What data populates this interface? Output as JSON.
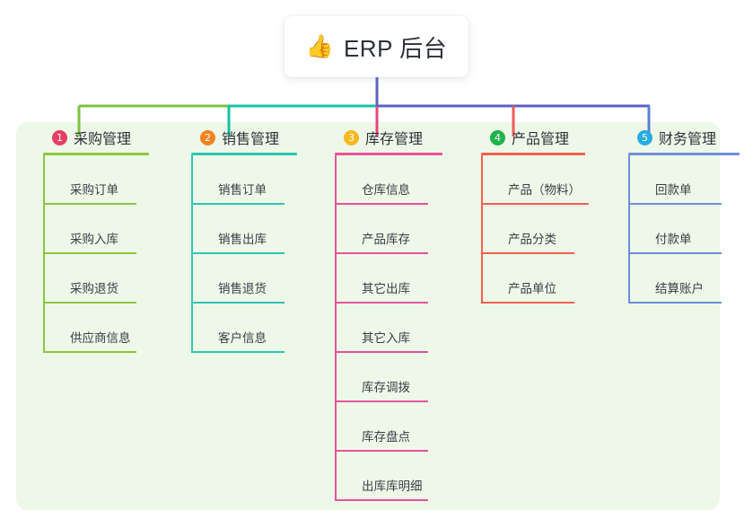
{
  "root": {
    "icon": "thumbs-up-icon",
    "icon_glyph": "👍",
    "title": "ERP 后台"
  },
  "panel": {
    "background": "#eef8e9"
  },
  "connector_colors": {
    "stem": "#5b62c4",
    "segment_1": "#7cc242",
    "segment_2": "#16c2a3",
    "segment_3": "#5b62c4",
    "drop_1": "#7cc242",
    "drop_2": "#16c2a3",
    "drop_3": "#e8467c",
    "drop_4": "#f25a5a",
    "drop_5": "#5b7fd4"
  },
  "columns": [
    {
      "index": "1",
      "title": "采购管理",
      "badge_color": "#e63f64",
      "line_color": "#8dc63f",
      "items": [
        {
          "label": "采购订单"
        },
        {
          "label": "采购入库"
        },
        {
          "label": "采购退货"
        },
        {
          "label": "供应商信息"
        }
      ]
    },
    {
      "index": "2",
      "title": "销售管理",
      "badge_color": "#f58220",
      "line_color": "#2fc4b2",
      "items": [
        {
          "label": "销售订单"
        },
        {
          "label": "销售出库"
        },
        {
          "label": "销售退货"
        },
        {
          "label": "客户信息"
        }
      ]
    },
    {
      "index": "3",
      "title": "库存管理",
      "badge_color": "#f5b820",
      "line_color": "#e8539b",
      "items": [
        {
          "label": "仓库信息"
        },
        {
          "label": "产品库存"
        },
        {
          "label": "其它出库"
        },
        {
          "label": "其它入库"
        },
        {
          "label": "库存调拨"
        },
        {
          "label": "库存盘点"
        },
        {
          "label": "出库库明细"
        }
      ]
    },
    {
      "index": "4",
      "title": "产品管理",
      "badge_color": "#22b24c",
      "line_color": "#f4604f",
      "items": [
        {
          "label": "产品（物料）"
        },
        {
          "label": "产品分类"
        },
        {
          "label": "产品单位"
        }
      ]
    },
    {
      "index": "5",
      "title": "财务管理",
      "badge_color": "#29abe2",
      "line_color": "#6f8fd8",
      "items": [
        {
          "label": "回款单"
        },
        {
          "label": "付款单"
        },
        {
          "label": "结算账户"
        }
      ]
    }
  ]
}
